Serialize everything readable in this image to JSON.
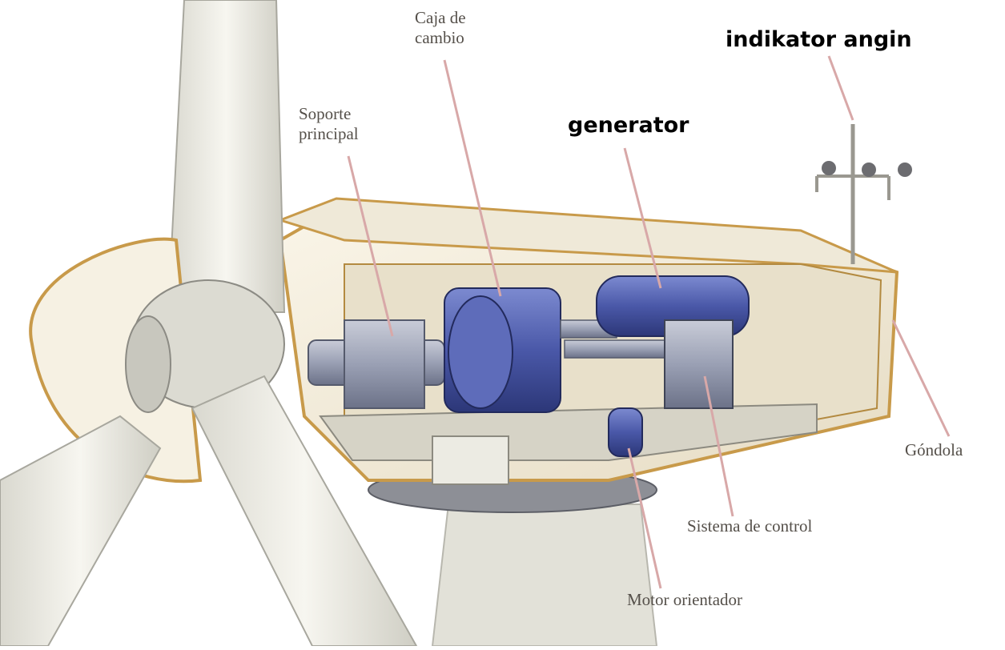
{
  "labels": {
    "caja": "Caja de\ncambio",
    "indikator": "indikator angin",
    "soporte": "Soporte\nprincipal",
    "generator": "generator",
    "gondola": "Góndola",
    "sistema": "Sistema de control",
    "motor": "Motor orientador"
  },
  "colors": {
    "nacelle_shell": "#f3ebd9",
    "nacelle_rim": "#c89a4a",
    "machinery_blue": "#4a58a8",
    "shaft_grey": "#9aa0b4",
    "blade": "#efeee6",
    "leader_line": "#d8a8a8"
  }
}
